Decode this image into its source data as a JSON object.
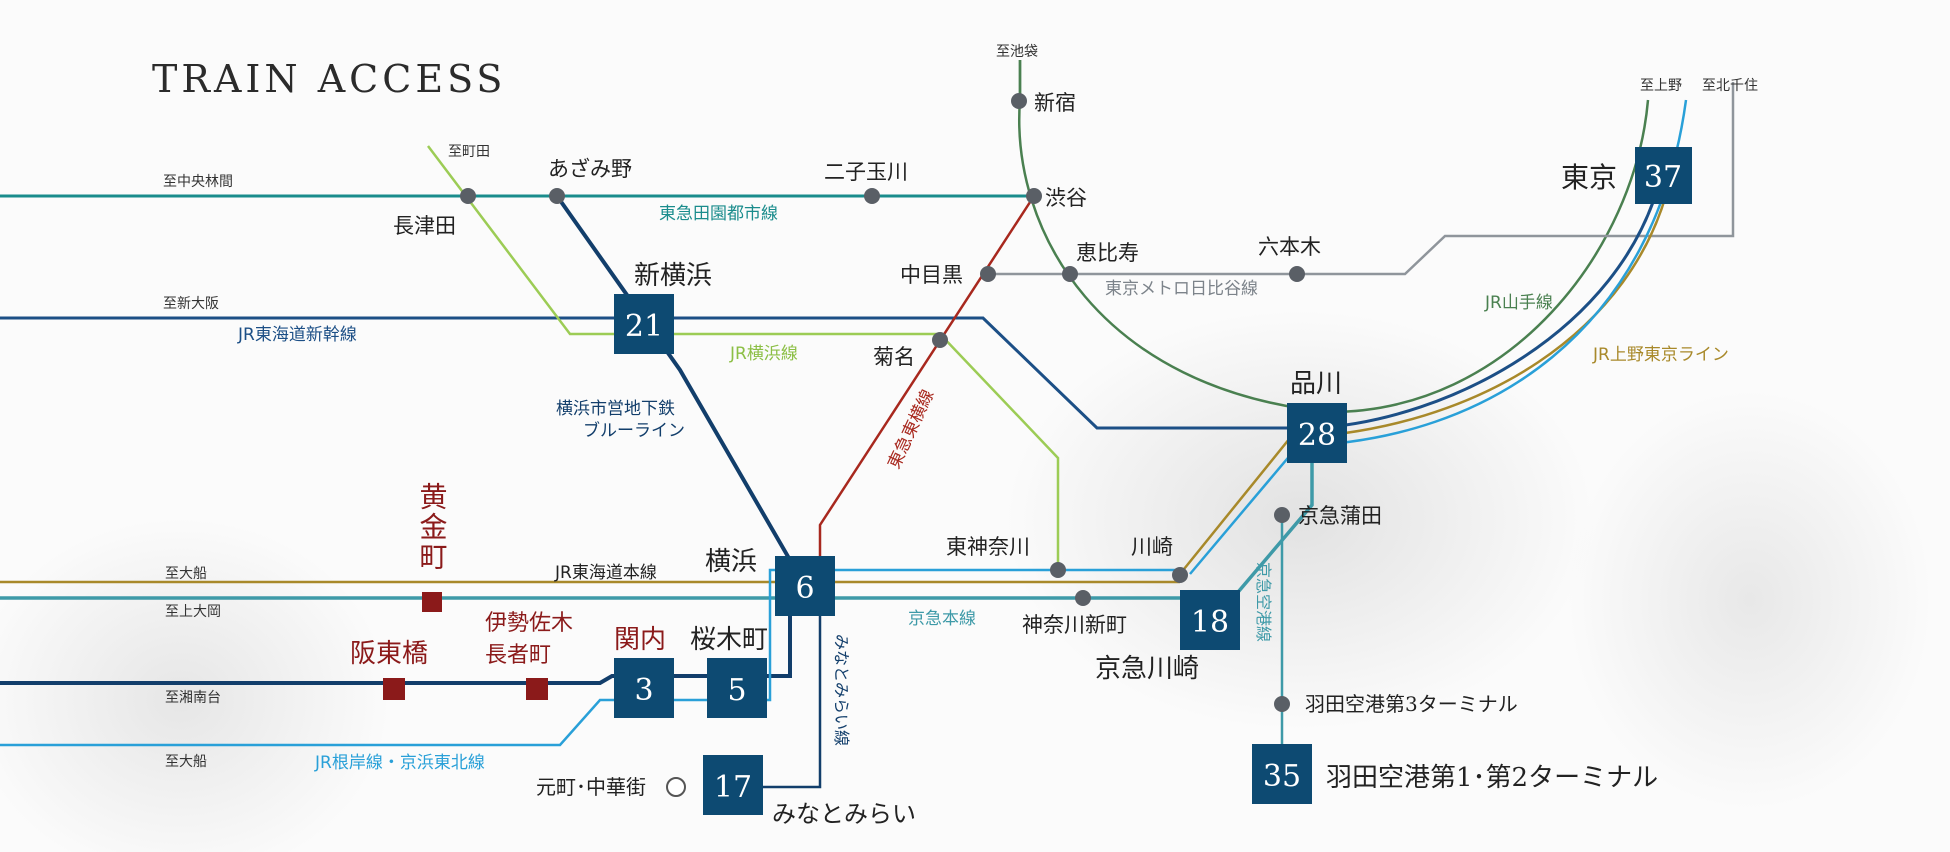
{
  "title": "TRAIN ACCESS",
  "colors": {
    "box": "#0d4a72",
    "highlight": "#8b1a1a",
    "den_en_toshi": "#1a8c8c",
    "yamanote": "#4a8050",
    "tokaido": "#a8892a",
    "keikyu": "#3e9aa8",
    "keihin_tohoku": "#29a0d8",
    "shinkansen": "#1c4f86",
    "yokohama_line": "#9ccc55",
    "toyoko": "#a8281e",
    "hibiya": "#8f959b",
    "blue_line": "#123e6b"
  },
  "directions": {
    "ikebukuro": "至池袋",
    "ueno": "至上野",
    "kitasenju": "至北千住",
    "machida": "至町田",
    "chuo_rinkan": "至中央林間",
    "shin_osaka": "至新大阪",
    "ofuna_1": "至大船",
    "kamiooka": "至上大岡",
    "shonandai": "至湘南台",
    "ofuna_2": "至大船"
  },
  "lines": {
    "den_en_toshi": "東急田園都市線",
    "hibiya": "東京メトロ日比谷線",
    "yamanote": "JR山手線",
    "ueno_tokyo": "JR上野東京ライン",
    "shinkansen": "JR東海道新幹線",
    "yokohama": "JR横浜線",
    "toyoko": "東急東横線",
    "blue_line_1": "横浜市営地下鉄",
    "blue_line_2": "ブルーライン",
    "tokaido": "JR東海道本線",
    "keikyu": "京急本線",
    "negishi": "JR根岸線・京浜東北線",
    "minatomirai": "みなとみらい線",
    "airport": "京急空港線"
  },
  "stations": {
    "shinjuku": "新宿",
    "shibuya": "渋谷",
    "futako": "二子玉川",
    "azamino": "あざみ野",
    "nagatsuta": "長津田",
    "shin_yokohama": "新横浜",
    "nakameguro": "中目黒",
    "ebisu": "恵比寿",
    "roppongi": "六本木",
    "tokyo": "東京",
    "shinagawa": "品川",
    "kikuna": "菊名",
    "keikyu_kamata": "京急蒲田",
    "higashi_kanagawa": "東神奈川",
    "kawasaki": "川崎",
    "kanagawa_shinmachi": "神奈川新町",
    "keikyu_kawasaki": "京急川崎",
    "yokohama": "横浜",
    "koganecho": "黄金町",
    "hinodecho": "阪東橋",
    "isezakichojamachi_1": "伊勢佐木",
    "isezakichojamachi_2": "長者町",
    "kannai": "関内",
    "sakuragicho": "桜木町",
    "motomachi": "元町･中華街",
    "minatomirai": "みなとみらい",
    "haneda_t3": "羽田空港第3ターミナル",
    "haneda_t12": "羽田空港第1･第2ターミナル"
  },
  "minutes": {
    "shin_yokohama": "21",
    "tokyo": "37",
    "shinagawa": "28",
    "yokohama": "6",
    "keikyu_kawasaki": "18",
    "kannai": "3",
    "sakuragicho": "5",
    "motomachi": "17",
    "haneda_t12": "35"
  }
}
